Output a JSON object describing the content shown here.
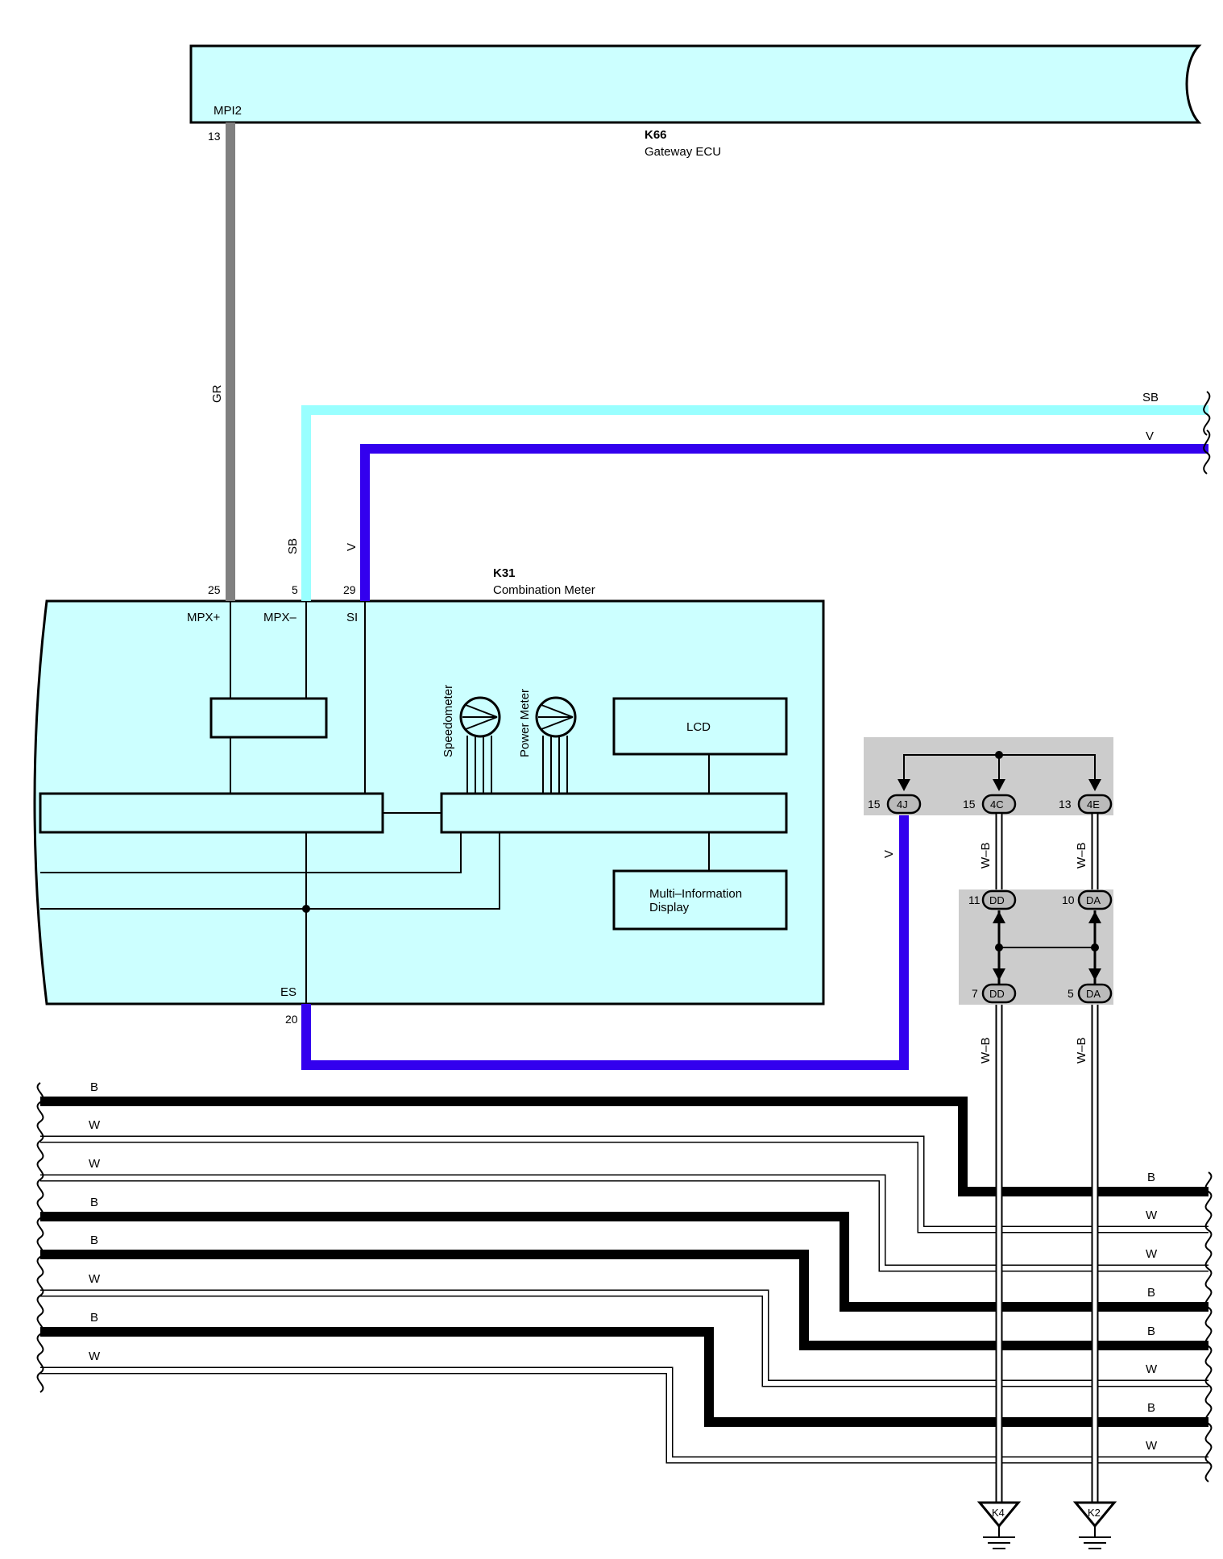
{
  "colors": {
    "ecu_fill": "#ccffff",
    "wire_GR": "#808080",
    "wire_SB": "#99ffff",
    "wire_V": "#3300ee",
    "wire_B": "#000000",
    "wire_W_outline": "#000000",
    "junction_fill": "#cccccc",
    "connector_fill": "#bbbbbb"
  },
  "gateway_ecu": {
    "code": "K66",
    "name": "Gateway ECU",
    "terminal_name": "MPI2",
    "pin": "13"
  },
  "combination_meter": {
    "code": "K31",
    "name": "Combination Meter",
    "terminals": {
      "mpx_plus": "MPX+",
      "mpx_minus": "MPX–",
      "si": "SI",
      "es": "ES"
    },
    "pins": {
      "mpx_plus": "25",
      "mpx_minus": "5",
      "si": "29",
      "es": "20"
    },
    "gauges": {
      "speedometer": "Speedometer",
      "power_meter": "Power Meter"
    },
    "lcd": "LCD",
    "mid_line1": "Multi–Information",
    "mid_line2": "Display"
  },
  "wire_colors": {
    "gr": "GR",
    "sb_vert": "SB",
    "v_vert": "V",
    "sb_right": "SB",
    "v_right": "V",
    "v_junction": "V",
    "wb_4c": "W–B",
    "wb_4e": "W–B",
    "wb_dd": "W–B",
    "wb_da": "W–B"
  },
  "junction_connectors": {
    "c4j": {
      "pin": "15",
      "code": "4J"
    },
    "c4c": {
      "pin": "15",
      "code": "4C"
    },
    "c4e": {
      "pin": "13",
      "code": "4E"
    },
    "dd_top": {
      "pin": "11",
      "code": "DD"
    },
    "da_top": {
      "pin": "10",
      "code": "DA"
    },
    "dd_bottom": {
      "pin": "7",
      "code": "DD"
    },
    "da_bottom": {
      "pin": "5",
      "code": "DA"
    }
  },
  "grounds": {
    "k4": "K4",
    "k2": "K2"
  },
  "left_bus_labels": [
    "B",
    "W",
    "W",
    "B",
    "B",
    "W",
    "B",
    "W"
  ],
  "right_bus_labels": [
    "B",
    "W",
    "W",
    "B",
    "B",
    "W",
    "B",
    "W"
  ]
}
